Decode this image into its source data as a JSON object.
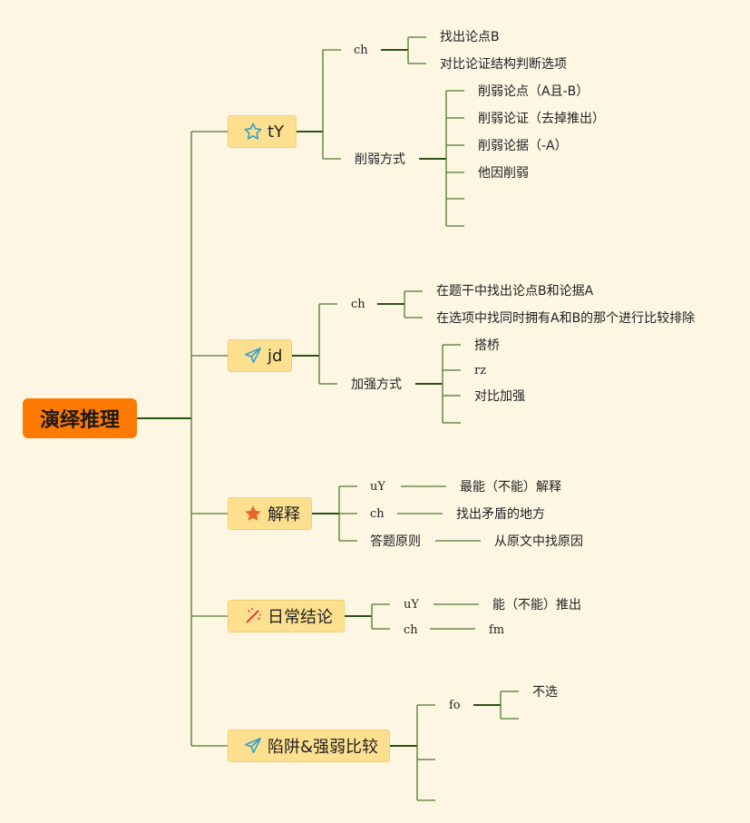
{
  "root": {
    "label": "演绎推理"
  },
  "branches": [
    {
      "label": "tY",
      "icon": "star-outline-icon",
      "children": [
        {
          "label": "ch",
          "children": [
            "找出论点B",
            "对比论证结构判断选项"
          ]
        },
        {
          "label": "削弱方式",
          "children": [
            "削弱论点（A且-B）",
            "削弱论证（去掉推出）",
            "削弱论据（-A）",
            "他因削弱",
            "",
            ""
          ]
        }
      ]
    },
    {
      "label": "jd",
      "icon": "paper-plane-icon",
      "children": [
        {
          "label": "ch",
          "children": [
            "在题干中找出论点B和论据A",
            "在选项中找同时拥有A和B的那个进行比较排除"
          ]
        },
        {
          "label": "加强方式",
          "children": [
            "搭桥",
            "rz",
            "对比加强",
            ""
          ]
        }
      ]
    },
    {
      "label": "解释",
      "icon": "star-filled-icon",
      "children": [
        {
          "label": "uY",
          "children": [
            "最能（不能）解释"
          ]
        },
        {
          "label": "ch",
          "children": [
            "找出矛盾的地方"
          ]
        },
        {
          "label": "答题原则",
          "children": [
            "从原文中找原因"
          ]
        }
      ]
    },
    {
      "label": "日常结论",
      "icon": "magic-wand-icon",
      "children": [
        {
          "label": "uY",
          "children": [
            "能（不能）推出"
          ]
        },
        {
          "label": "ch",
          "children": [
            "fm"
          ]
        }
      ]
    },
    {
      "label": "陷阱&强弱比较",
      "icon": "paper-plane-icon",
      "children": [
        {
          "label": "fo",
          "children": [
            "不选",
            ""
          ]
        },
        {
          "label": "",
          "children": []
        },
        {
          "label": "",
          "children": []
        }
      ]
    }
  ],
  "colors": {
    "background": "#fdf6e3",
    "root": "#ff7a00",
    "branch": "#fde08f",
    "line": "#4e7a2e",
    "star_outline": "#3aa0c8",
    "star_filled": "#e8652a",
    "plane": "#3aa0c8",
    "wand": "#e23a3a"
  }
}
